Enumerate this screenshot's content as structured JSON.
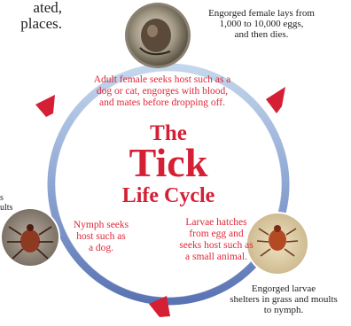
{
  "top_text": {
    "line1": "ated,",
    "line2": "places."
  },
  "stages": {
    "eggs": {
      "caption_lines": [
        "Engorged female lays from",
        "1,000 to 10,000 eggs,",
        "and then dies."
      ]
    },
    "adult": {
      "caption_lines": [
        "Adult female seeks host such as a",
        "dog or cat, engorges with blood,",
        "and mates before dropping off."
      ]
    },
    "larvae": {
      "caption_lines": [
        "Larvae hatches",
        "from egg and",
        "seeks host such as",
        "a small animal."
      ],
      "engorged_lines": [
        "Engorged larvae",
        "shelters in grass and moults",
        "to nymph."
      ]
    },
    "nymph": {
      "caption_lines": [
        "Nymph seeks",
        "host such as",
        "a dog."
      ],
      "left_fragment_lines": [
        "s",
        "ults"
      ]
    }
  },
  "title": {
    "the": "The",
    "tick": "Tick",
    "life_cycle": "Life Cycle"
  },
  "colors": {
    "ring_light": "#c9dcef",
    "ring_dark": "#5c78b7",
    "arrow": "#d41f35",
    "title": "#d41f35",
    "red_text": "#e0283a"
  },
  "icons": [
    "egg-photo-icon",
    "adult-tick-photo-icon",
    "larva-photo-icon",
    "nymph-photo-icon",
    "arrow-icon"
  ]
}
